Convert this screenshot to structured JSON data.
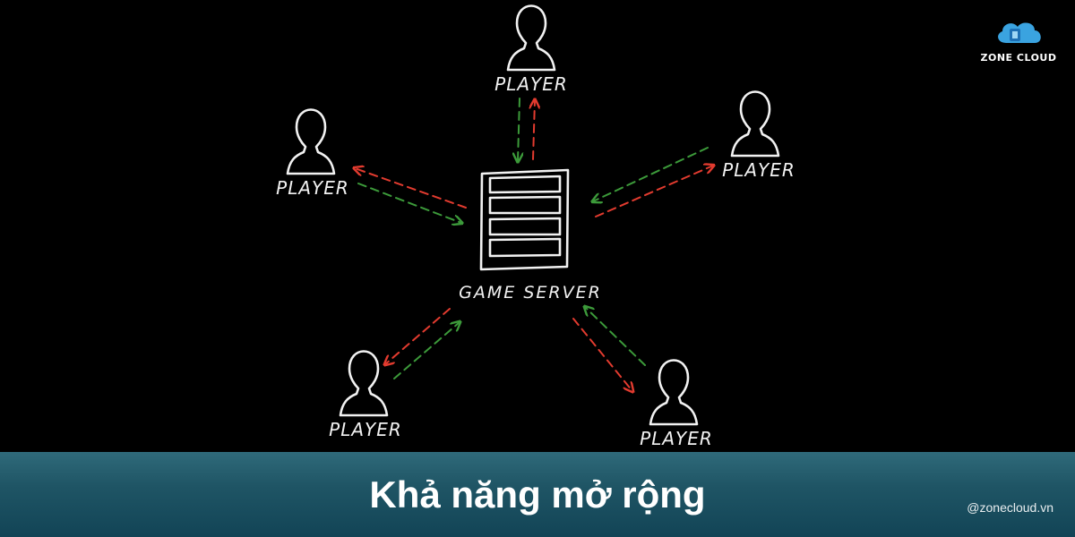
{
  "diagram": {
    "server_label": "GAME SERVER",
    "player_label": "PLAYER",
    "colors": {
      "outgoing": "#e23b2f",
      "incoming": "#3c9a3a",
      "chalk": "#f2f2f2"
    }
  },
  "logo": {
    "text": "ZONE CLOUD",
    "icon": "cloud-icon"
  },
  "caption": {
    "title": "Khả năng mở rộng",
    "handle": "@zonecloud.vn"
  }
}
